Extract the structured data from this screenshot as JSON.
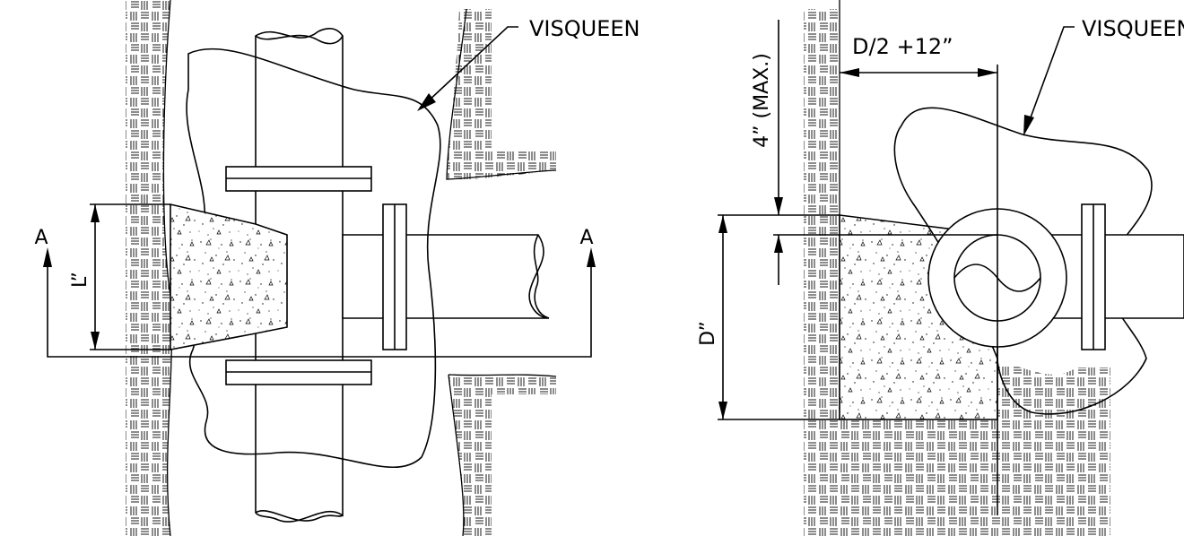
{
  "left_view": {
    "leader_label": "VISQUEEN",
    "section_mark_left": "A",
    "section_mark_right": "A",
    "dimension_label": "L”"
  },
  "right_view": {
    "leader_label": "VISQUEEN",
    "dimension_top": "D/2  +12”",
    "dimension_vertical": "4”  (MAX.)",
    "dimension_left": "D”"
  }
}
